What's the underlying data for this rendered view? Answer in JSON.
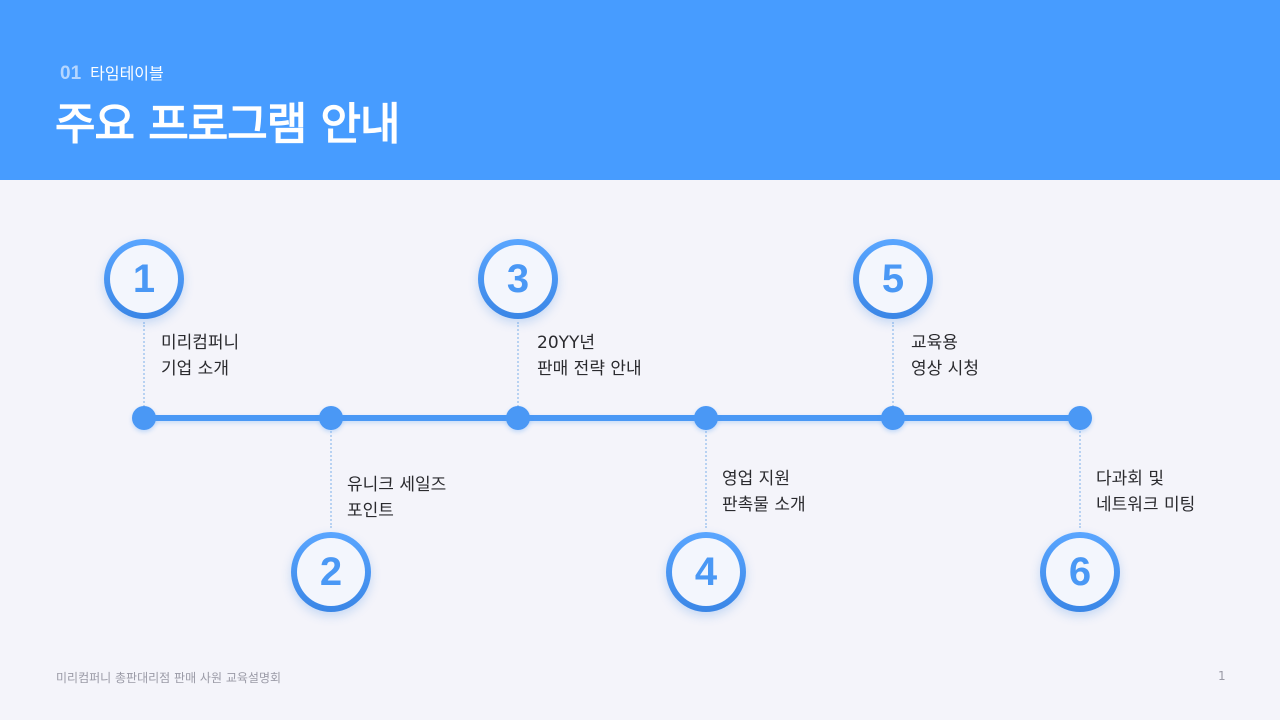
{
  "header": {
    "section_number": "01",
    "section_name": "타임테이블",
    "title": "주요 프로그램 안내",
    "background_color": "#479cff"
  },
  "timeline": {
    "accent_color": "#4a98f5",
    "items": [
      {
        "number": "1",
        "line1": "미리컴퍼니",
        "line2": "기업 소개",
        "position": "top"
      },
      {
        "number": "2",
        "line1": "유니크 세일즈",
        "line2": "포인트",
        "position": "bottom"
      },
      {
        "number": "3",
        "line1": "20YY년",
        "line2": "판매 전략 안내",
        "position": "top"
      },
      {
        "number": "4",
        "line1": "영업 지원",
        "line2": "판촉물 소개",
        "position": "bottom"
      },
      {
        "number": "5",
        "line1": "교육용",
        "line2": "영상 시청",
        "position": "top"
      },
      {
        "number": "6",
        "line1": "다과회 및",
        "line2": "네트워크 미팅",
        "position": "bottom"
      }
    ]
  },
  "footer": {
    "text": "미리컴퍼니 총판대리점 판매 사원 교육설명회",
    "page_number": "1"
  }
}
